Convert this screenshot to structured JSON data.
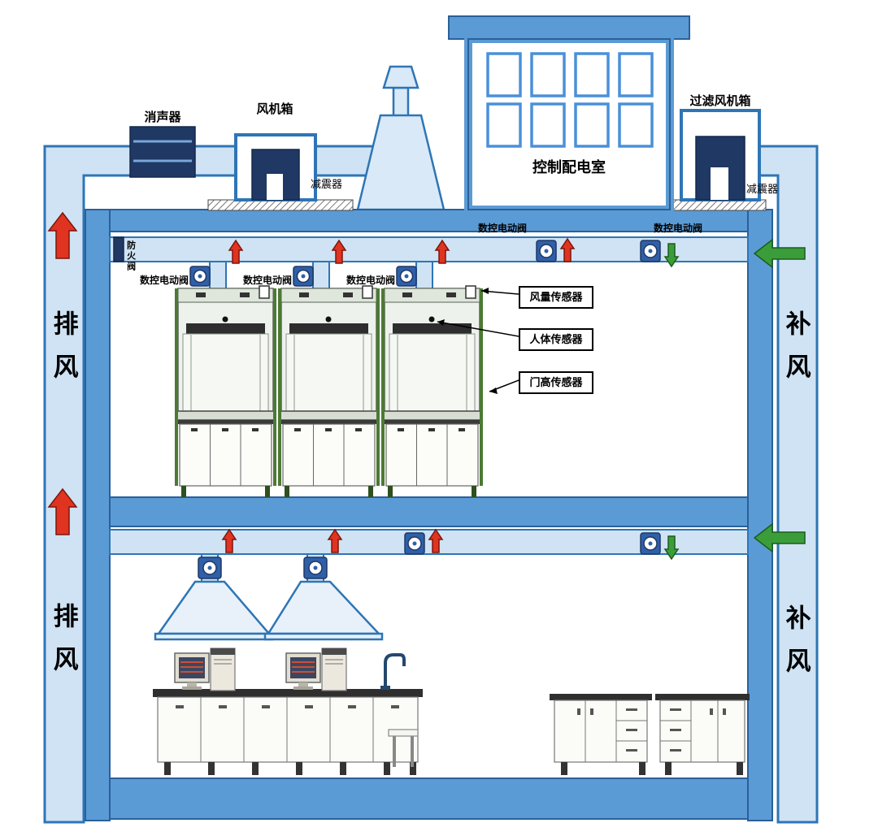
{
  "colors": {
    "frame_blue": "#5b9bd5",
    "frame_border": "#2a6099",
    "duct_fill": "#cfe3f4",
    "duct_border": "#2e75b6",
    "equipment_navy": "#1f3864",
    "exhaust_arrow_red": "#e03420",
    "supply_arrow_green": "#3a9d3a",
    "hood_post_green": "#4c7a34"
  },
  "roof": {
    "silencer": "消声器",
    "fan_box": "风机箱",
    "damper_left": "减震器",
    "control_room": "控制配电室",
    "filter_fan_box": "过滤风机箱",
    "damper_right": "减震器"
  },
  "left_duct": {
    "upper": "排风",
    "lower": "排风"
  },
  "right_duct": {
    "upper": "补风",
    "lower": "补风"
  },
  "upper_floor": {
    "fire_damper": "防火阀",
    "valve_labels": [
      "数控电动阀",
      "数控电动阀",
      "数控电动阀",
      "数控电动阀",
      "数控电动阀"
    ],
    "sensors": [
      {
        "label": "风量传感器"
      },
      {
        "label": "人体传感器"
      },
      {
        "label": "门高传感器"
      }
    ]
  }
}
